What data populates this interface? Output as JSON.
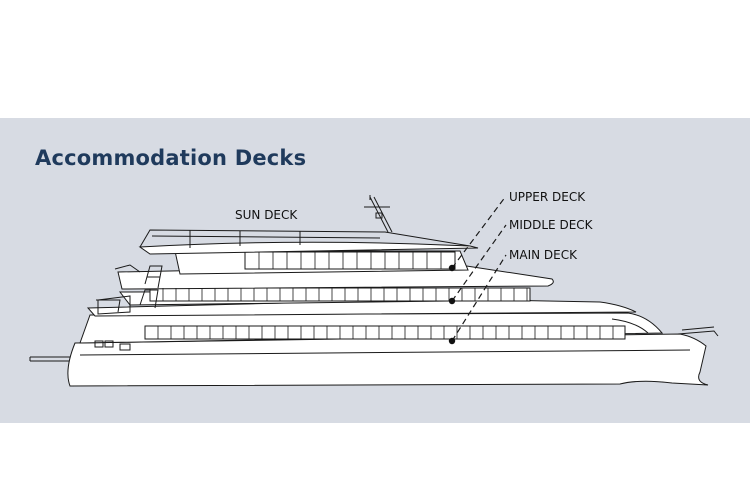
{
  "title": "Accommodation Decks",
  "labels": {
    "sun_deck": "SUN DECK",
    "upper_deck": "UPPER DECK",
    "middle_deck": "MIDDLE DECK",
    "main_deck": "MAIN DECK"
  },
  "colors": {
    "panel": "#d7dbe3",
    "title": "#1f3a5c",
    "line": "#1a1a1a"
  }
}
